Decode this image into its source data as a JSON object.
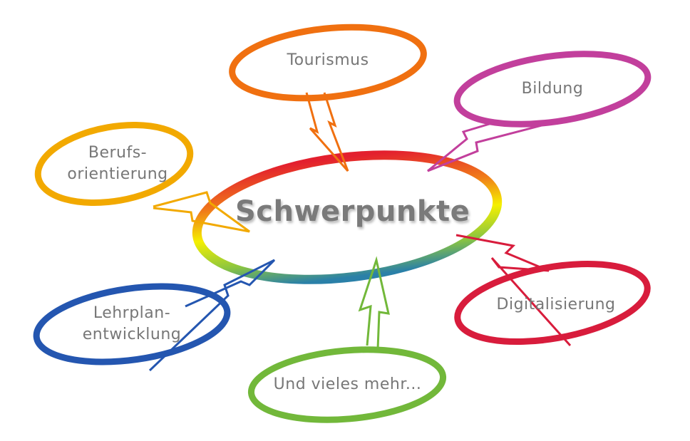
{
  "title": "Schwerpunkte",
  "nodes": [
    {
      "id": "tourismus",
      "label": "Tourismus",
      "color": "#f07010"
    },
    {
      "id": "bildung",
      "label": "Bildung",
      "color": "#c23f9c"
    },
    {
      "id": "berufsorientierung",
      "label_line1": "Berufs-",
      "label_line2": "orientierung",
      "color": "#f2a900"
    },
    {
      "id": "lehrplanentwicklung",
      "label_line1": "Lehrplan-",
      "label_line2": "entwicklung",
      "color": "#2456b0"
    },
    {
      "id": "digitalisierung",
      "label": "Digitalisierung",
      "color": "#d81c3c"
    },
    {
      "id": "mehr",
      "label": "Und vieles mehr...",
      "color": "#72b83a"
    }
  ]
}
